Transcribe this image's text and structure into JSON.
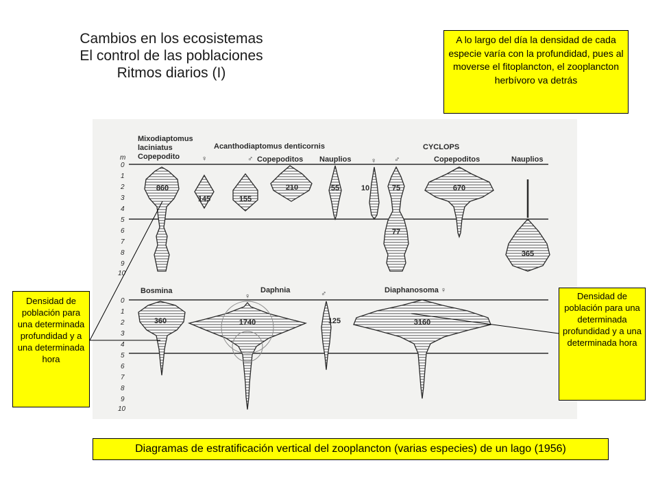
{
  "title": {
    "line1": "Cambios en los ecosistemas",
    "line2": "El control de las poblaciones",
    "line3": "Ritmos diarios (I)"
  },
  "note_top": "A lo largo del día la densidad de cada especie varía con la profundidad, pues al moverse el fitoplancton, el zooplancton herbívoro va detrás",
  "note_left": "Densidad de población para una determinada profundidad y a una determinada hora",
  "note_right": "Densidad de población para una determinada profundidad y a una determinada hora",
  "caption": "Diagramas de estratificación vertical del zooplancton (varias especies) de un lago (1956)",
  "diagram": {
    "depth_unit": "m",
    "depth_ticks": [
      "0",
      "1",
      "2",
      "3",
      "4",
      "5",
      "6",
      "7",
      "8",
      "9",
      "10"
    ],
    "upper_panel": {
      "labels": {
        "mixo_line1": "Mixodiaptomus",
        "mixo_line2": "laciniatus",
        "mixo_line3": "Copepodito",
        "acantho": "Acanthodiaptomus denticornis",
        "acantho_female": "♀",
        "acantho_male": "♂",
        "acantho_copepoditos": "Copepoditos",
        "acantho_nauplios": "Nauplios",
        "cyclops": "CYCLOPS",
        "cyclops_female": "♀",
        "cyclops_male": "♂",
        "cyclops_copepoditos": "Copepoditos",
        "cyclops_nauplios": "Nauplios"
      },
      "values": {
        "mixo_copepodito": "860",
        "acantho_female": "145",
        "acantho_male": "155",
        "acantho_copepoditos": "210",
        "acantho_nauplios": "55",
        "cyclops_female": "10",
        "cyclops_male_upper": "75",
        "cyclops_male_lower": "77",
        "cyclops_copepoditos": "670",
        "cyclops_nauplios": "365"
      }
    },
    "lower_panel": {
      "labels": {
        "bosmina": "Bosmina",
        "daphnia": "Daphnia",
        "daphnia_female": "♀",
        "daphnia_male": "♂",
        "diaphanosoma": "Diaphanosoma ♀"
      },
      "values": {
        "bosmina": "360",
        "daphnia_female": "1740",
        "daphnia_male": "125",
        "diaphanosoma": "3160"
      }
    }
  },
  "colors": {
    "note_bg": "#ffff00",
    "paper": "#f2f2f0",
    "ink": "#2a2a2a"
  }
}
